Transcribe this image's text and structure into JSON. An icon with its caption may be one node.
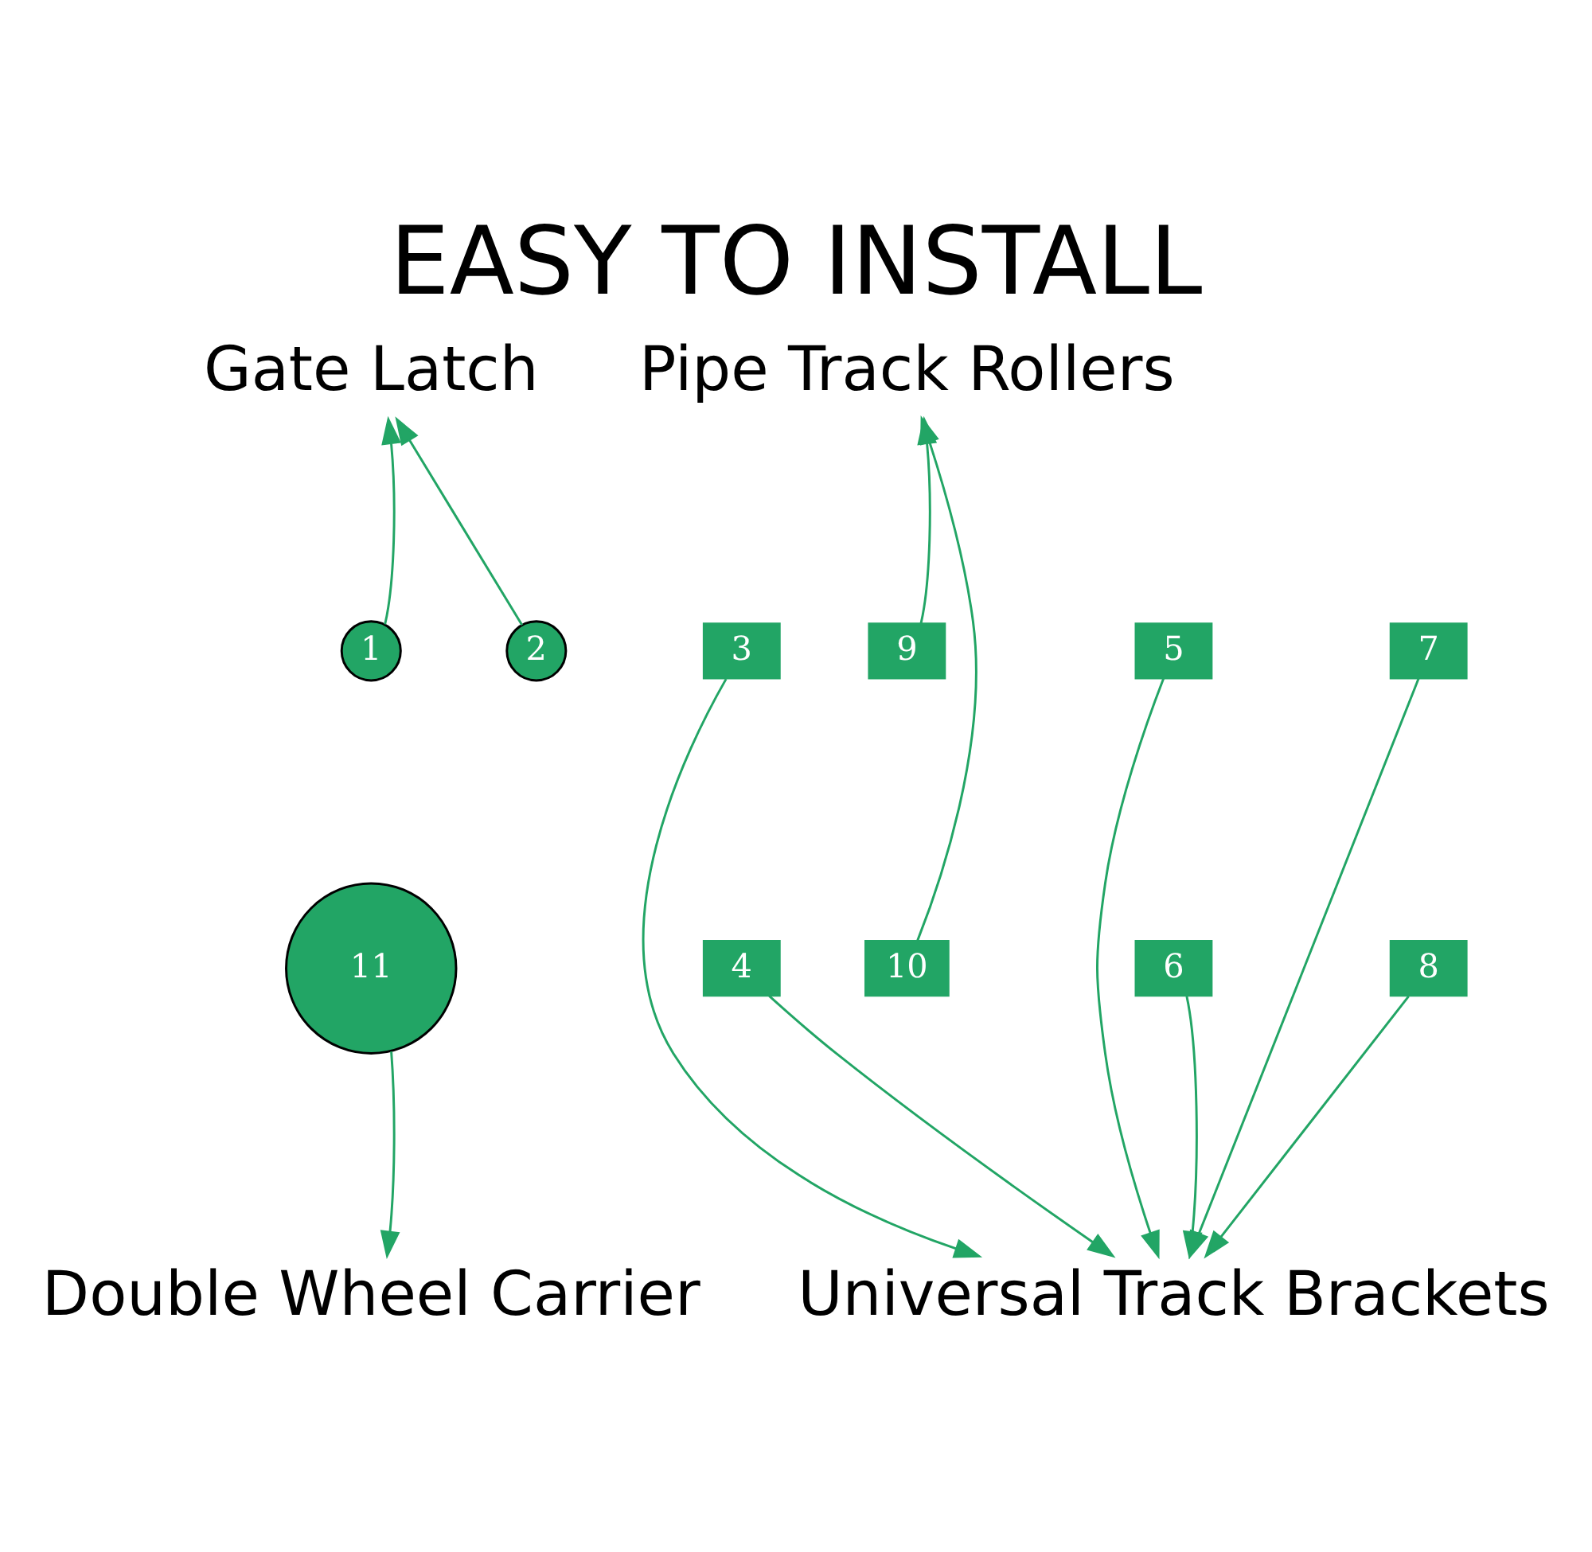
{
  "diagram": {
    "title": "EASY TO INSTALL",
    "nodes": [
      {
        "text": [
          "Gate Latch"
        ]
      },
      {
        "text": [
          "Pipe Track Rollers"
        ]
      },
      {
        "text": [
          "Double Wheel Carrier"
        ]
      },
      {
        "text": [
          "Universal Track Brackets"
        ]
      },
      {
        "text": [
          "1"
        ]
      },
      {
        "text": [
          "2"
        ]
      },
      {
        "text": [
          "3"
        ]
      },
      {
        "text": [
          "4"
        ]
      },
      {
        "text": [
          "5"
        ]
      },
      {
        "text": [
          "6"
        ]
      },
      {
        "text": [
          "7"
        ]
      },
      {
        "text": [
          "8"
        ]
      },
      {
        "text": [
          "9"
        ]
      },
      {
        "text": [
          "10"
        ]
      },
      {
        "text": [
          "11"
        ]
      }
    ],
    "edges": [
      {
        "from": 4,
        "to": 0,
        "arrow": "to"
      },
      {
        "from": 5,
        "to": 0,
        "arrow": "to"
      },
      {
        "from": 12,
        "to": 1,
        "arrow": "to"
      },
      {
        "from": 13,
        "to": 1,
        "arrow": "to"
      },
      {
        "from": 6,
        "to": 3,
        "arrow": "to"
      },
      {
        "from": 7,
        "to": 3,
        "arrow": "to"
      },
      {
        "from": 8,
        "to": 3,
        "arrow": "to"
      },
      {
        "from": 9,
        "to": 3,
        "arrow": "to"
      },
      {
        "from": 10,
        "to": 3,
        "arrow": "to"
      },
      {
        "from": 11,
        "to": 3,
        "arrow": "to"
      },
      {
        "from": 14,
        "to": 2,
        "arrow": "to"
      }
    ]
  }
}
